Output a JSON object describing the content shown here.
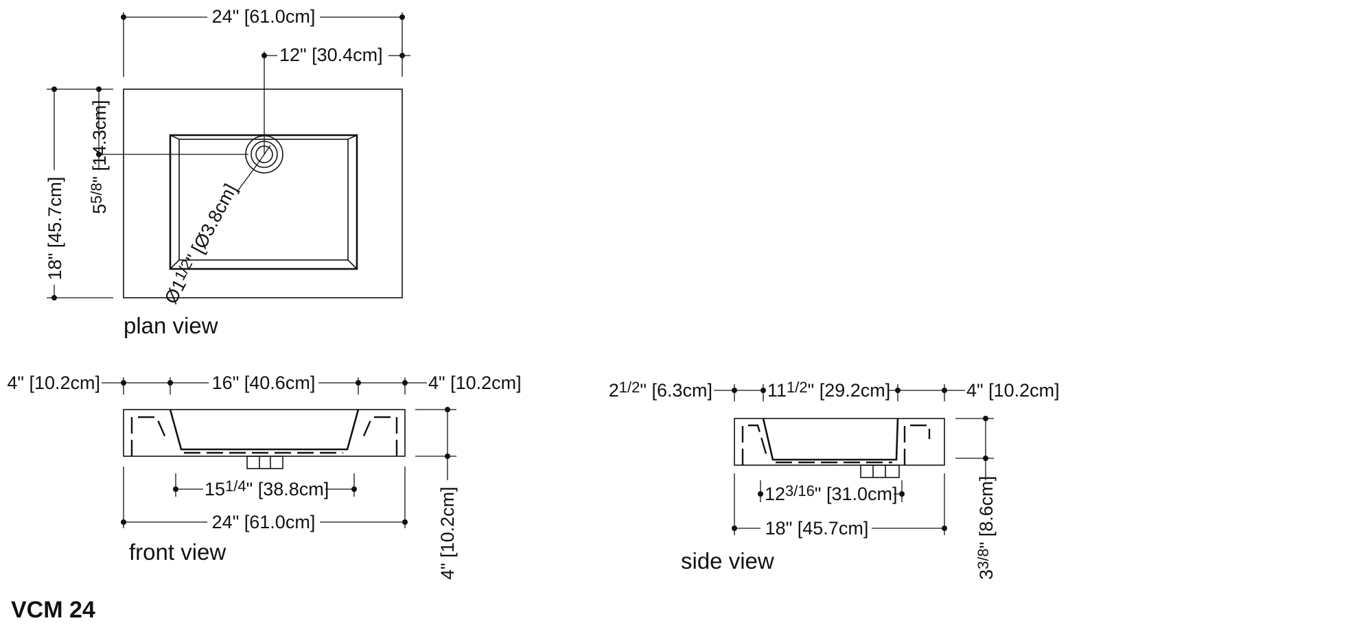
{
  "title": "VCM 24",
  "plan_view": {
    "label": "plan view",
    "width": "24\" [61.0cm]",
    "drain_offset": "12\" [30.4cm]",
    "depth": "18\" [45.7cm]",
    "drain_from_back_whole": "5",
    "drain_from_back_frac": "5/8",
    "drain_from_back_rest": "\" [14.3cm]",
    "drain_diameter_whole": "Ø1",
    "drain_diameter_frac": "1/2",
    "drain_diameter_rest": "\" [Ø3.8cm]"
  },
  "front_view": {
    "label": "front view",
    "left_deck": "4\" [10.2cm]",
    "basin_width": "16\" [40.6cm]",
    "right_deck": "4\" [10.2cm]",
    "bottom_width_whole": "15",
    "bottom_width_frac": "1/4",
    "bottom_width_rest": "\" [38.8cm]",
    "overall_width": "24\" [61.0cm]",
    "height": "4\" [10.2cm]"
  },
  "side_view": {
    "label": "side view",
    "front_rim_whole": "2",
    "front_rim_frac": "1/2",
    "front_rim_rest": "\" [6.3cm]",
    "basin_depth_whole": "11",
    "basin_depth_frac": "1/2",
    "basin_depth_rest": "\" [29.2cm]",
    "back_deck": "4\" [10.2cm]",
    "bottom_depth_whole": "12",
    "bottom_depth_frac": "3/16",
    "bottom_depth_rest": "\" [31.0cm]",
    "overall_depth": "18\" [45.7cm]",
    "basin_height_whole": "3",
    "basin_height_frac": "3/8",
    "basin_height_rest": "\" [8.6cm]"
  }
}
